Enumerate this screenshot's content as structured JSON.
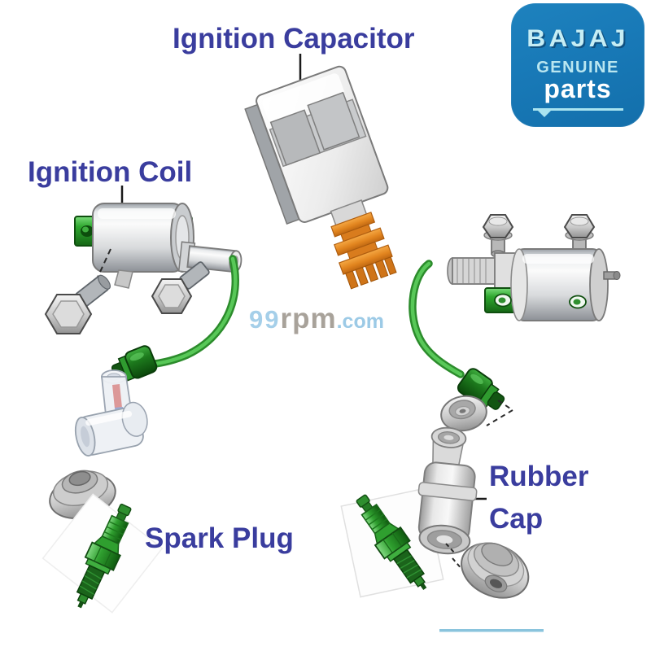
{
  "labels": {
    "ignition_capacitor": "Ignition Capacitor",
    "ignition_coil": "Ignition Coil",
    "spark_plug": "Spark Plug",
    "rubber_cap": "Rubber Cap"
  },
  "badge": {
    "brand": "BAJAJ",
    "line1": "GENUINE",
    "line2": "parts"
  },
  "watermark": {
    "prefix": "99",
    "mid": "rpm",
    "suffix": ".com"
  },
  "colors": {
    "label_text": "#3a3d9e",
    "leader_line": "#1a1a1a",
    "badge_bg": "#1879b7",
    "badge_brand_text": "#c6edf4",
    "badge_genuine_text": "#b9e6f0",
    "badge_parts_text": "#ffffff",
    "watermark_number": "#a5cfe9",
    "watermark_rpm": "#a8a29a",
    "bottom_underline_blue": "#8ac4dd",
    "wire_green": "#3fae3f",
    "part_green": "#2fa52f",
    "capacitor_orange": "#e8932f",
    "metal_gray": "#cfcfcf"
  }
}
